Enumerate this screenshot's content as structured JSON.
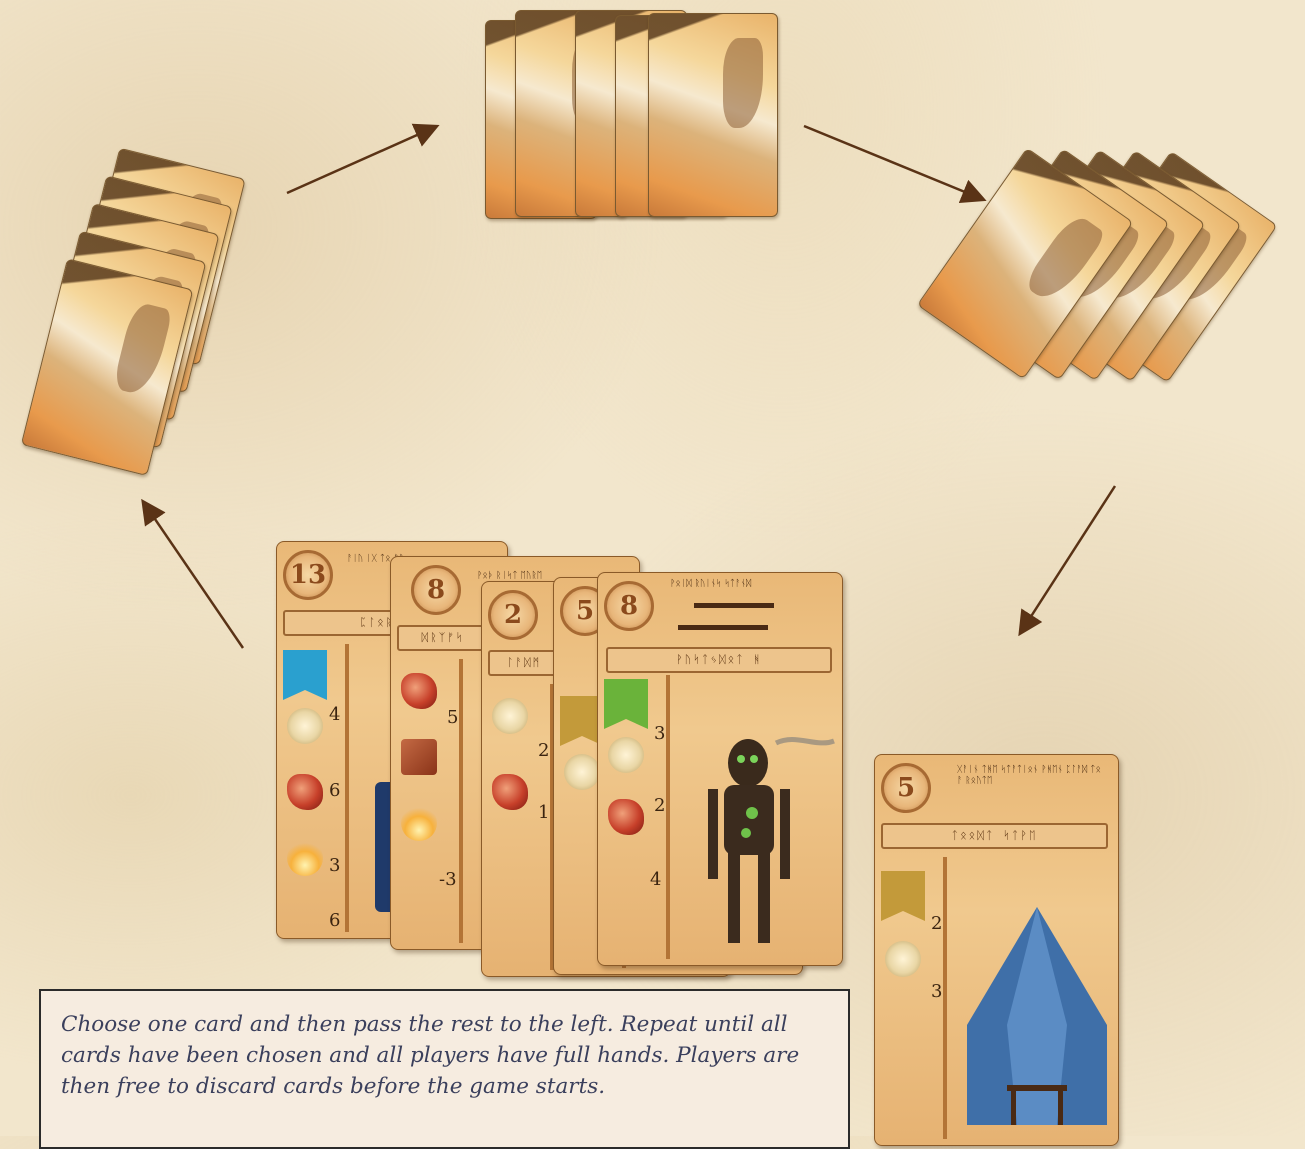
{
  "instructions": {
    "text": "Choose one card and then pass the rest to the left. Repeat until all cards have been chosen and all players have full hands. Players are then free to discard cards before the game starts."
  },
  "hand_cards": [
    {
      "cost": "13",
      "name": "ᛈᛚᛟᚱᚨ ᚲ",
      "ribbon_color": "#2aa0cf",
      "numbers": [
        "4",
        "6",
        "3",
        "6"
      ]
    },
    {
      "cost": "8",
      "name": "ᛞᚱᛉᚠᛋ",
      "numbers": [
        "5",
        "",
        "-3"
      ]
    },
    {
      "cost": "2",
      "name": "ᛚᚨᛞᛗ",
      "numbers": [
        "2",
        "1"
      ]
    },
    {
      "cost": "5",
      "name": "",
      "numbers": []
    },
    {
      "cost": "8",
      "name": "ᚹᚢᛋᛏᛃᛞᛟᛏ ᚻ",
      "ribbon_color": "#6ab33a",
      "numbers": [
        "3",
        "2",
        "4"
      ]
    }
  ],
  "chosen_card": {
    "cost": "5",
    "name": "ᛏᛟᛟᛞᛏ ᛋᛏᚹᛖ",
    "numbers": [
      "2",
      "3"
    ]
  },
  "colors": {
    "background": "#f2e6cc",
    "arrow": "#5a3316",
    "caption_text": "#3a3f5c"
  }
}
